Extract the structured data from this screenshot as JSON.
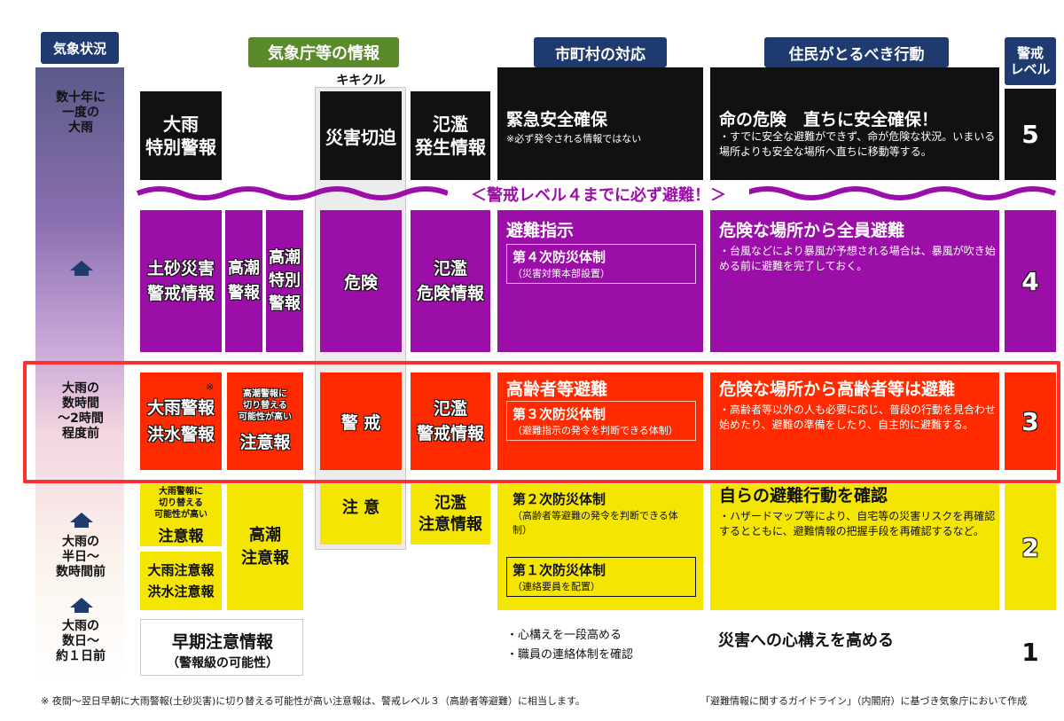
{
  "headers": {
    "weather": "気象状況",
    "jma": "気象庁等の情報",
    "kikikuru": "キキクル",
    "municipal": "市町村の対応",
    "resident": "住民がとるべき行動",
    "level": "警戒\nレベル"
  },
  "weather_labels": {
    "l5": "数十年に\n一度の\n大雨",
    "l3": "大雨の\n数時間\n～2時間\n程度前",
    "l2": "大雨の\n半日～\n数時間前",
    "l1": "大雨の\n数日～\n約１日前"
  },
  "level5": {
    "heavy_rain_special": "大雨\n特別警報",
    "kikikuru": "災害切迫",
    "flood": "氾濫\n発生情報",
    "municipal_title": "緊急安全確保",
    "municipal_note": "※必ず発令される情報ではない",
    "resident_title": "命の危険　直ちに安全確保！",
    "resident_desc": "・すでに安全な避難ができず、命が危険な状況。いまいる場所よりも安全な場所へ直ちに移動等する。",
    "level": "5"
  },
  "banner": "＜警戒レベル４までに必ず避難！＞",
  "level4": {
    "landslide": "土砂災害\n警戒情報",
    "storm_surge_warning": "高潮\n警報",
    "storm_surge_special": "高潮\n特別\n警報",
    "kikikuru": "危険",
    "flood": "氾濫\n危険情報",
    "municipal_title": "避難指示",
    "system_title": "第４次防災体制",
    "system_sub": "（災害対策本部設置）",
    "resident_title": "危険な場所から全員避難",
    "resident_desc": "・台風などにより暴風が予想される場合は、暴風が吹き始める前に避難を完了しておく。",
    "level": "4"
  },
  "level3": {
    "heavy_rain_warning": "大雨警報\n洪水警報",
    "asterisk": "※",
    "storm_surge_small": "高潮警報に\n切り替える\n可能性が高い",
    "storm_surge_main": "注意報",
    "kikikuru": "警 戒",
    "flood": "氾濫\n警戒情報",
    "municipal_title": "高齢者等避難",
    "system_title": "第３次防災体制",
    "system_sub": "（避難指示の発令を判断できる体制）",
    "resident_title": "危険な場所から高齢者等は避難",
    "resident_desc": "・高齢者等以外の人も必要に応じ、普段の行動を見合わせ始めたり、避難の準備をしたり、自主的に避難する。",
    "level": "3"
  },
  "level2": {
    "heavy_rain_small": "大雨警報に\n切り替える\n可能性が高い",
    "heavy_rain_main": "注意報",
    "advisories": "大雨注意報\n洪水注意報",
    "storm_surge": "高潮\n注意報",
    "kikikuru": "注 意",
    "flood": "氾濫\n注意情報",
    "system2_title": "第２次防災体制",
    "system2_sub": "（高齢者等避難の発令を判断できる体制）",
    "system1_title": "第１次防災体制",
    "system1_sub": "（連絡要員を配置）",
    "resident_title": "自らの避難行動を確認",
    "resident_desc": "・ハザードマップ等により、自宅等の災害リスクを再確認するとともに、避難情報の把握手段を再確認するなど。",
    "level": "2"
  },
  "level1": {
    "early_warning": "早期注意情報",
    "early_warning_sub": "（警報級の可能性）",
    "municipal_b1": "・心構えを一段高める",
    "municipal_b2": "・職員の連絡体制を確認",
    "resident_title": "災害への心構えを高める",
    "level": "1"
  },
  "footnote": "※ 夜間～翌日早朝に大雨警報(土砂災害)に切り替える可能性が高い注意報は、警戒レベル３（高齢者等避難）に相当します。",
  "source": "「避難情報に関するガイドライン」（内閣府）に基づき気象庁において作成",
  "colors": {
    "black": "#111111",
    "purple": "#9b0fa8",
    "red": "#ff2a00",
    "yellow": "#f4e600",
    "navy": "#1f3a6e",
    "green": "#5a8a2a",
    "highlight": "#ff3030"
  }
}
